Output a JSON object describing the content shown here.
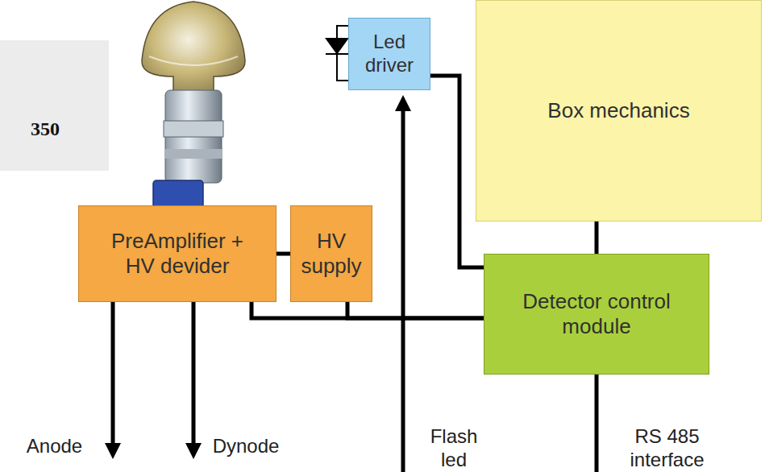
{
  "diagram": {
    "nodes": [
      {
        "text": [
          "350"
        ]
      },
      {
        "text": [
          "Led driver"
        ]
      },
      {
        "text": [
          "Box mechanics"
        ]
      },
      {
        "text": [
          "PreAmplifier + HV devider"
        ]
      },
      {
        "text": [
          "HV supply"
        ]
      },
      {
        "text": [
          "Detector control module"
        ]
      }
    ],
    "edges": [
      {
        "from": 3,
        "to": 4,
        "arrow": "none"
      },
      {
        "from": 1,
        "to": 5,
        "arrow": "none"
      },
      {
        "from": 2,
        "to": 5,
        "arrow": "none"
      },
      {
        "from": 3,
        "to": 5,
        "arrow": "none"
      },
      {
        "from": 4,
        "to": 5,
        "arrow": "none"
      }
    ],
    "labels": [
      "Anode",
      "Dynode",
      "Flash led",
      "RS 485 interface"
    ]
  }
}
